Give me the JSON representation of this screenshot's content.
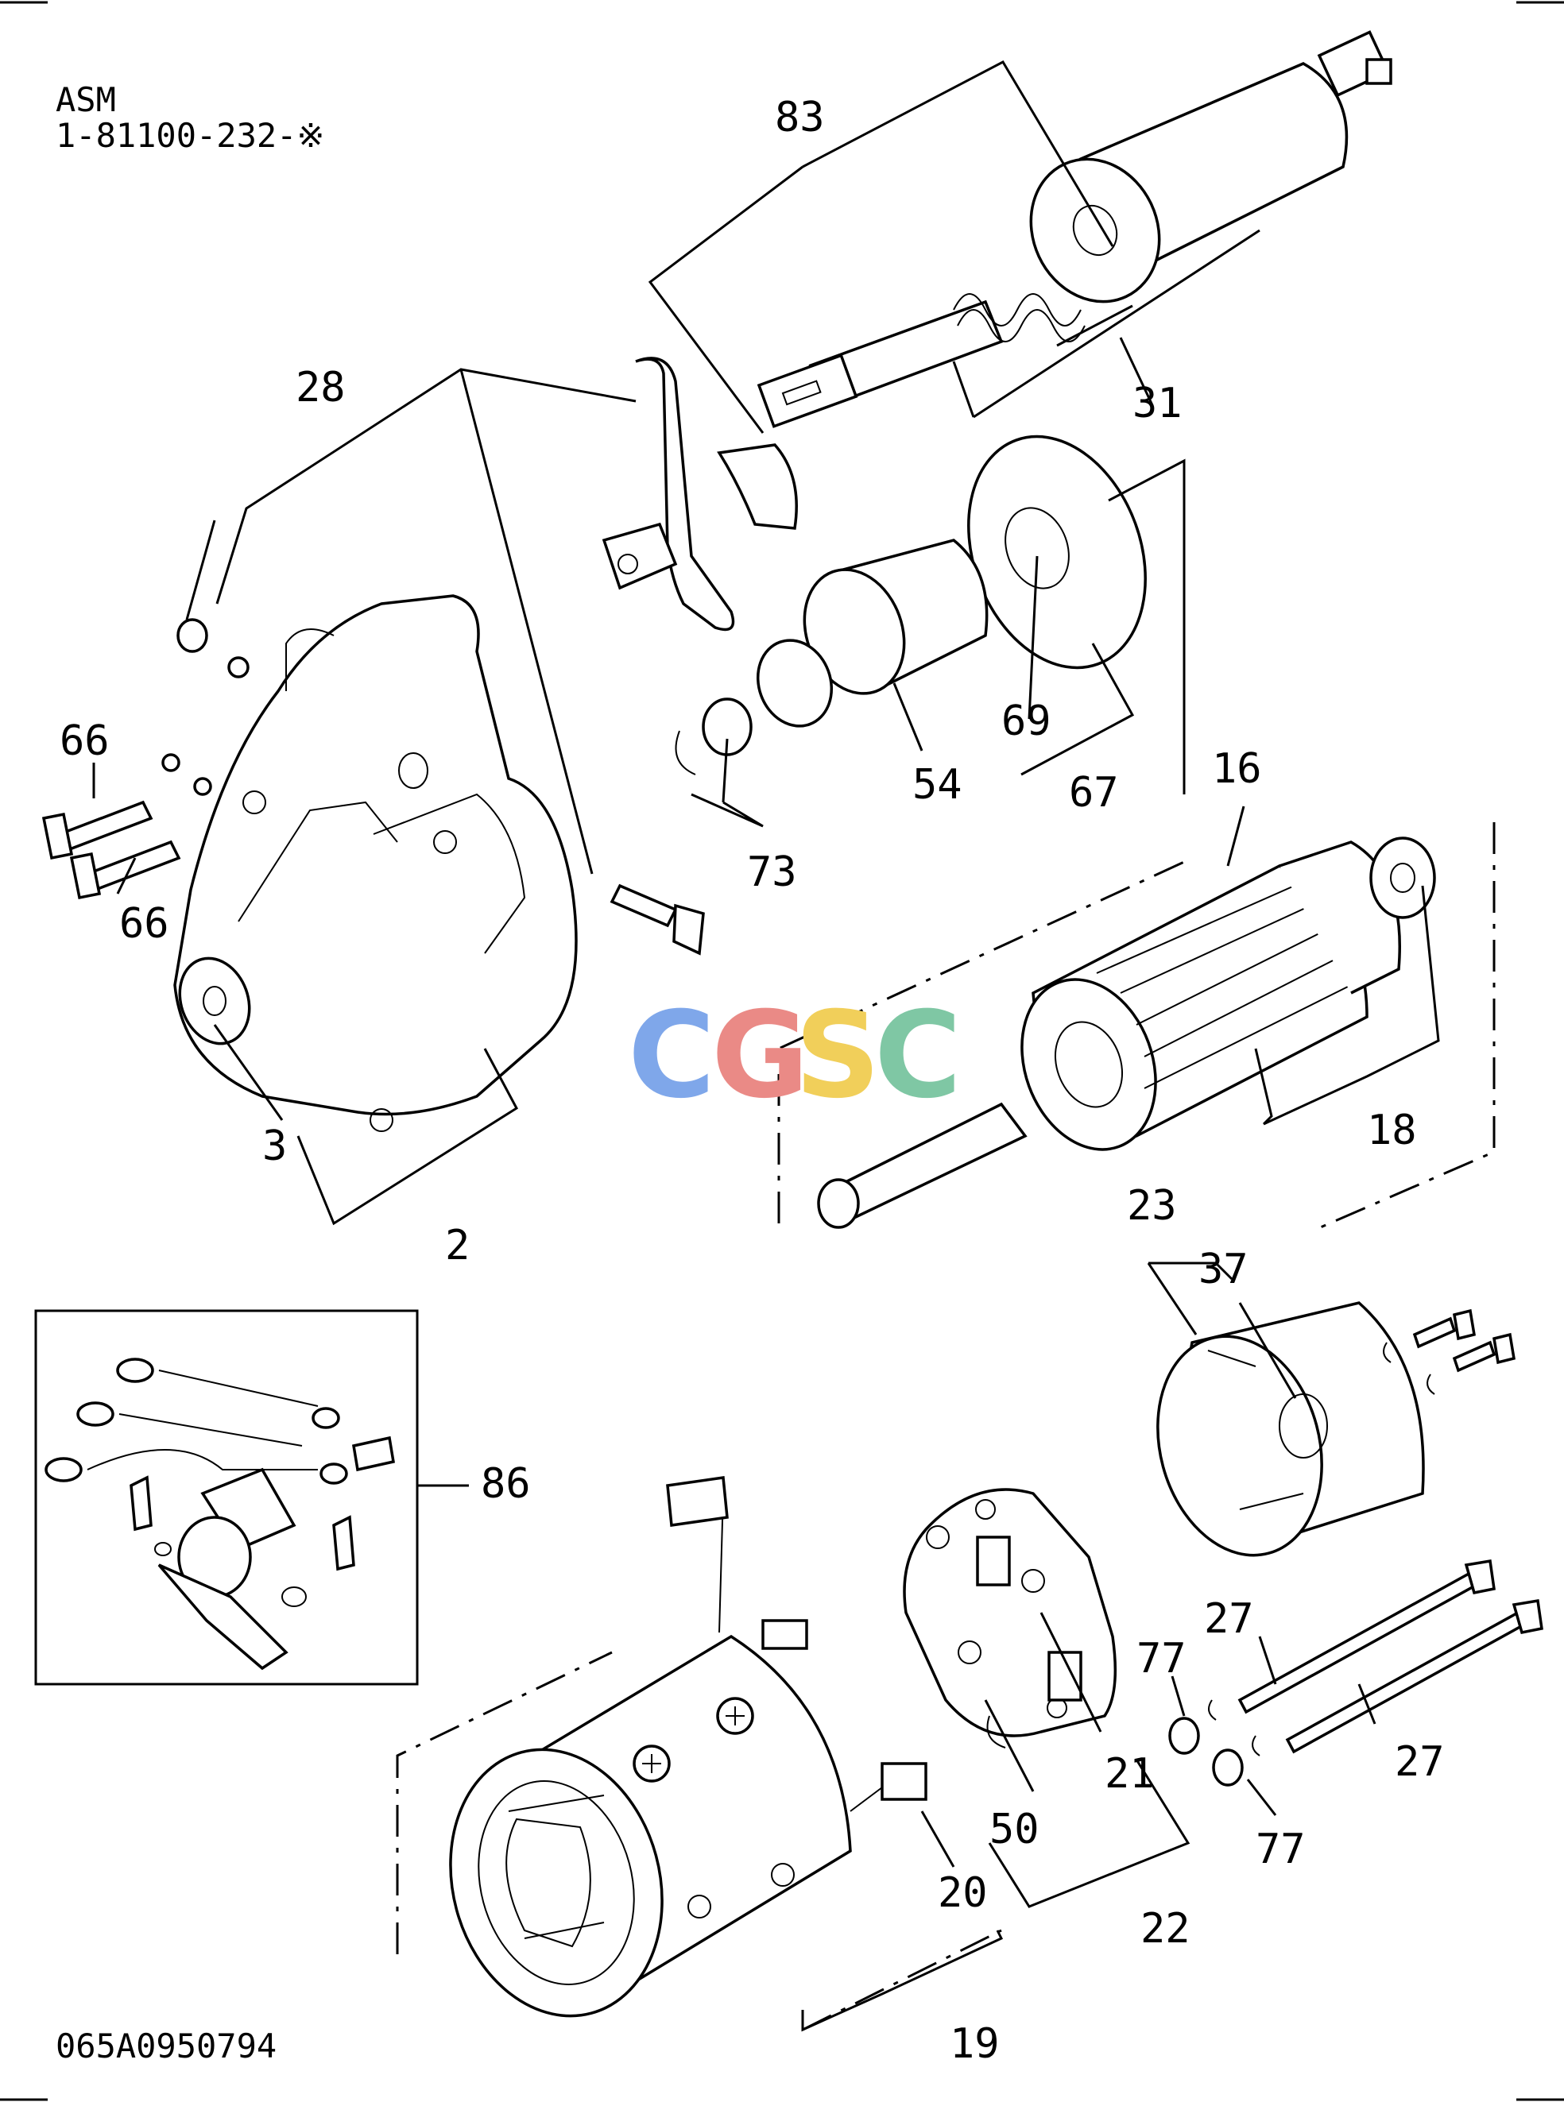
{
  "header": {
    "asm_label": "ASM",
    "asm_number": "1-81100-232-※"
  },
  "footer": {
    "drawing_code": "065A0950794"
  },
  "watermark": {
    "letters": [
      "C",
      "G",
      "S",
      "C"
    ],
    "colors": [
      "#7fa7ea",
      "#ea8a86",
      "#f1cf5a",
      "#7fc7a4"
    ]
  },
  "callouts": {
    "c83": "83",
    "c31": "31",
    "c28": "28",
    "c69": "69",
    "c67": "67",
    "c54": "54",
    "c73": "73",
    "c66a": "66",
    "c66b": "66",
    "c3": "3",
    "c2": "2",
    "c16": "16",
    "c18": "18",
    "c23": "23",
    "c37": "37",
    "c86": "86",
    "c27a": "27",
    "c27b": "27",
    "c77a": "77",
    "c77b": "77",
    "c21": "21",
    "c50": "50",
    "c22": "22",
    "c20": "20",
    "c19": "19"
  }
}
